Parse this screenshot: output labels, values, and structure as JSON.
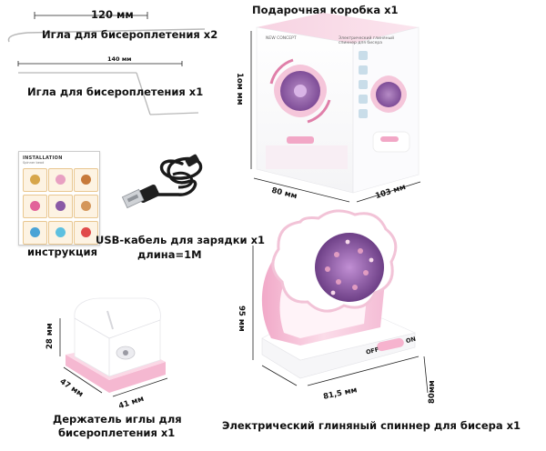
{
  "needle_long": {
    "length_label": "120 мм",
    "caption": "Игла для бисероплетения x2"
  },
  "needle_short": {
    "length_label": "140 мм",
    "caption": "Игла для бисероплетения x1"
  },
  "gift_box": {
    "caption": "Подарочная коробка x1",
    "height_label": "1ом мм",
    "depth_label": "80 мм",
    "width_label": "103 мм",
    "front_text": "Электрический глиняный спиннер для бисера",
    "side_text": "NEW CONCEPT"
  },
  "manual": {
    "caption": "инструкция",
    "sheet_title": "INSTALLATION",
    "sheet_subtitle": "Spinner bead"
  },
  "usb_cable": {
    "caption": "USB-кабель для зарядки x1",
    "length_caption": "длина=1М"
  },
  "spinner": {
    "caption": "Электрический глиняный спиннер для бисера x1",
    "height_label": "95 мм",
    "width_label": "81,5 мм",
    "depth_label": "80мм",
    "switch_off": "OFF",
    "switch_on": "ON"
  },
  "needle_holder": {
    "caption_line1": "Держатель иглы для",
    "caption_line2": "бисероплетения x1",
    "height_label": "28 мм",
    "depth_label": "47 мм",
    "width_label": "41 мм"
  },
  "colors": {
    "pink": "#f3b9d0",
    "pink_dark": "#e48fb4",
    "purple": "#8e5aa8",
    "text": "#111111"
  }
}
